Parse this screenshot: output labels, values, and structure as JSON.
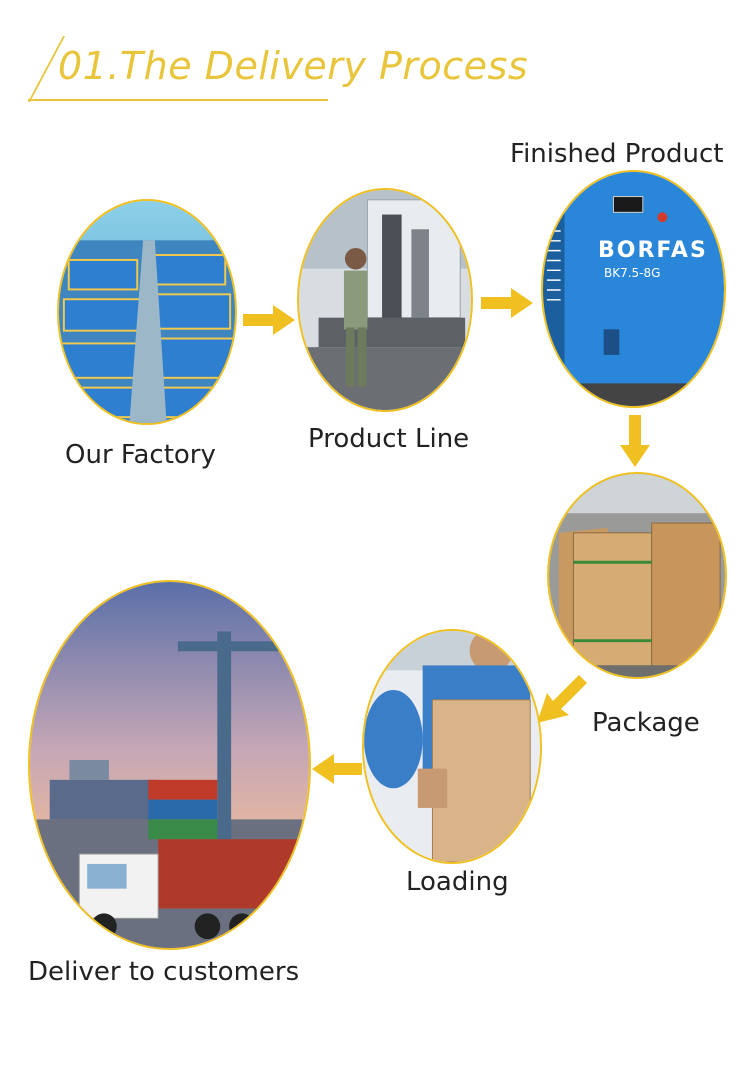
{
  "header": {
    "title": "01.The Delivery Process"
  },
  "steps": [
    {
      "id": "factory",
      "label": "Our Factory"
    },
    {
      "id": "product-line",
      "label": "Product Line"
    },
    {
      "id": "finished",
      "label": "Finished Product"
    },
    {
      "id": "package",
      "label": "Package"
    },
    {
      "id": "loading",
      "label": "Loading"
    },
    {
      "id": "deliver",
      "label": "Deliver to customers"
    }
  ],
  "product_brand": {
    "name": "BORFAS",
    "model": "BK7.5-8G"
  },
  "colors": {
    "accent": "#f0c020",
    "title": "#e8c53a",
    "arrow": "#f0c020",
    "machine_blue": "#2a86d8"
  },
  "icons": [
    "right-arrow-icon",
    "down-arrow-icon",
    "down-left-arrow-icon",
    "left-arrow-icon"
  ]
}
